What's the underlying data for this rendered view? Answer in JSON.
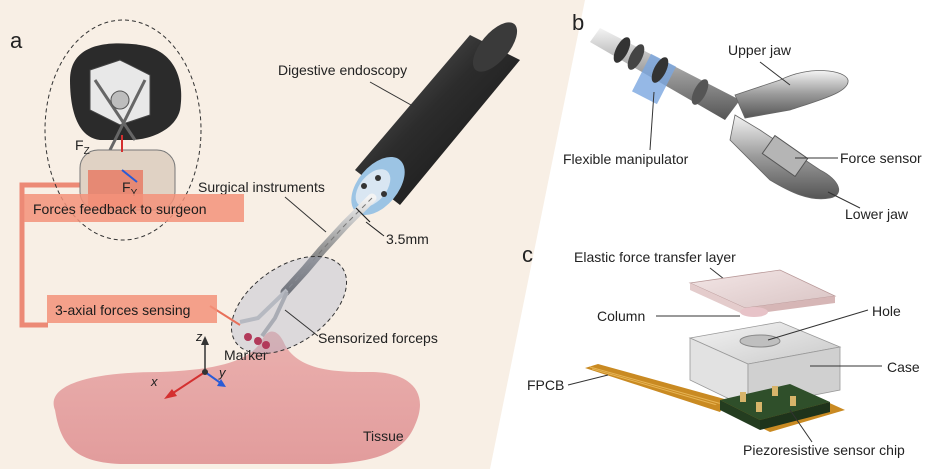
{
  "panels": {
    "a": "a",
    "b": "b",
    "c": "c"
  },
  "panel_a": {
    "digestive_endoscopy": "Digestive endoscopy",
    "surgical_instruments": "Surgical instruments",
    "diameter": "3.5mm",
    "sensorized_forceps": "Sensorized forceps",
    "marker": "Marker",
    "tissue": "Tissue",
    "forces_feedback": "Forces feedback to surgeon",
    "axial_sensing": "3-axial forces sensing",
    "axes": {
      "x": "x",
      "y": "y",
      "z": "z"
    },
    "fz": "F",
    "fz_sub": "Z",
    "fy": "F",
    "fy_sub": "Y"
  },
  "panel_b": {
    "upper_jaw": "Upper jaw",
    "flexible_manipulator": "Flexible manipulator",
    "force_sensor": "Force sensor",
    "lower_jaw": "Lower jaw"
  },
  "panel_c": {
    "elastic_layer": "Elastic force transfer layer",
    "column": "Column",
    "hole": "Hole",
    "case": "Case",
    "fpcb": "FPCB",
    "chip": "Piezoresistive sensor chip"
  },
  "colors": {
    "panel_a_bg": "#f8efe5",
    "tissue": "#e8a3a3",
    "feedback_box": "#f3927a",
    "feedback_line": "#e8705a",
    "endoscope_ring": "#9cc4e4",
    "manipulator_blue": "#7aa6e0",
    "fpcb": "#c98a22",
    "chip_green": "#2f4f2a",
    "marker": "#b23a5a"
  }
}
